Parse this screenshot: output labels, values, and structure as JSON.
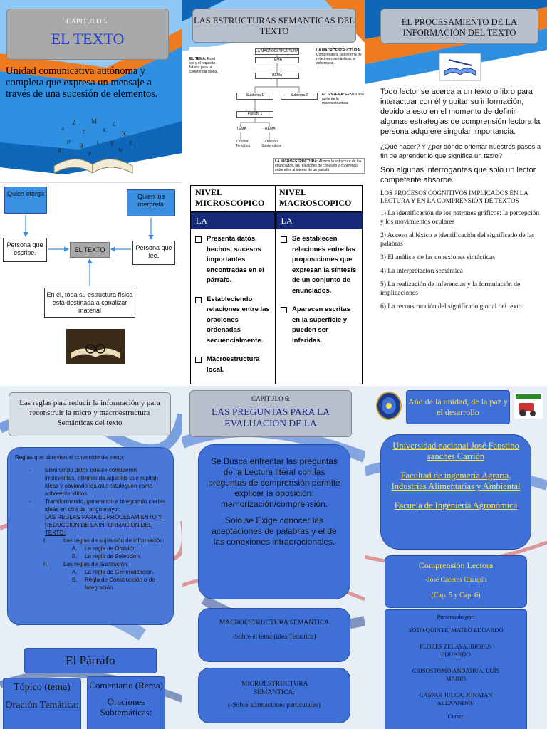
{
  "panel1": {
    "chapter": "CAPITULO 5:",
    "title": "EL TEXTO",
    "definition": "Unidad comunicativa autónoma y completa que expresa un mensaje a través de una sucesión de elementos.",
    "diagram": {
      "quien_otorga": "Quien otorga",
      "quien_interpreta": "Quien los interpreta.",
      "persona_escribe": "Persona que escribe.",
      "el_texto": "EL TEXTO",
      "persona_lee": "Persona que lee.",
      "estructura": "En él, toda su estructura física está destinada a canalizar material"
    }
  },
  "panel2": {
    "title": "LAS ESTRUCTURAS SEMANTICAS DEL TEXTO",
    "mini_diagram": {
      "macro_box": "LA MACROESTRUCTURA",
      "macro_note_title": "LA MACROESTRUCTURA:",
      "macro_note": "Comprende la red interna de relaciones semánticas la coherencia.",
      "tema_note_title": "EL TEMA:",
      "tema_note": "Es el eje y el requisito básico para la coherencia global.",
      "tema": "TEMA",
      "rema": "REMA",
      "subtema1": "Subtema 1",
      "subtema2": "Subtema 2",
      "sistema_note_title": "EL SISTEMA:",
      "sistema_note": "Explica una parte de la macroestructura.",
      "parrafo": "Parrafo 1",
      "tema2": "TEMA",
      "rema2": "REMA",
      "oracion1": "Oración Temática",
      "oracion2": "Oración Subtemática",
      "micro_title": "LA MICROESTRUCTURA:",
      "micro_note": "Abarca la estructura de los enunciados, las relaciones de cohesión y coherencia entre ellos al interior de un párrafo."
    },
    "table": {
      "col1_header": "NIVEL MICROSCOPICO",
      "col2_header": "NIVEL MACROSCOPICO",
      "col1_sub": "LA",
      "col2_sub": "LA",
      "col1_items": [
        "Presenta datos, hechos, sucesos importantes encontradas en el párrafo.",
        "Estableciendo relaciones entre las oraciones ordenadas secuencialmente.",
        "Macroestructura local."
      ],
      "col2_items": [
        "Se establecen relaciones entre las proposiciones que expresan la síntesis de un conjunto de enunciados.",
        "Aparecen escritas en la superficie y pueden ser inferidas."
      ]
    }
  },
  "panel3": {
    "title": "EL PROCESAMIENTO DE LA INFORMACIÓN DEL TEXTO",
    "intro": "Todo lector se acerca a un texto o libro para interactuar con él y quitar su información, debido a esto en el momento de definir algunas estrategias de comprensión lectora la persona adquiere singular importancia.",
    "question": "¿Qué hacer? Y ¿por dónde orientar nuestros pasos a fin de aprender lo que significa un texto?",
    "interrogantes": "Son algunas interrogantes que solo un lector competente absorbe.",
    "procesos_title": "LOS PROCESOS COGNITIVOS IMPLICADOS EN LA LECTURA Y EN LA COMPRENSIÓN DE TEXTOS",
    "procesos": [
      "1) La identificación de los patrones gráficos: la percepción y los movimientos oculares",
      "2) Acceso al léxico e identificación del significado de las palabras",
      "3) El análisis de las conexiones sintácticas",
      "4) La interpretación semántica",
      "5) La realización de inferencias y la formulación de implicaciones",
      "6) La reconstrucción del significado global del texto"
    ]
  },
  "panel4": {
    "header": "Las reglas para reducir la información y para reconstruir la micro y macroestructura Semánticas del texto",
    "reglas_title": "Reglas que abrevian el contenido del texto:",
    "bullets": [
      "Eliminando datos que se consideren irrelevantes, eliminando aquellos que repitan ideas y obviando los que cataloguen como sobreentendidos.",
      "Transformando, generando e integrando ciertas ideas en otra de rango mayor."
    ],
    "underlined": "LAS REGLAS PARA EL PROCESAMIENTO Y REDUCCION DE LA INFORMACION DEL TEXTO:",
    "sec1_num": "I.",
    "sec1": "Las reglas de supresión de información:",
    "sec1_items": [
      "A.",
      "La regla de Omisión.",
      "B.",
      "La regla de Selección."
    ],
    "sec2_num": "II.",
    "sec2": "Las reglas de Sustitución:",
    "sec2_items": [
      "A.",
      "La regla de Generalización.",
      "B.",
      "Regla de Construcción o de Integración."
    ],
    "parrafo_title": "El Párrafo",
    "topico": "Tópico (tema)",
    "oracion_tematica": "Oración Temática:",
    "comentario": "Comentario (Rema)",
    "oraciones_sub": "Oraciones Subtemáticas:"
  },
  "panel5": {
    "chapter": "CAPITULO 6:",
    "title": "LAS PREGUNTAS PARA LA EVALUACION DE LA",
    "p1": "Se Busca enfrentar las preguntas de la Lectura literal con las preguntas de comprensión permite explicar la oposición: memorización/comprensión.",
    "p2": "Solo se Exige conocer las aceptaciones de palabras y el de las conexiones intraoracionales.",
    "macro_title": "MACROESTRUCTURA SEMANTICA",
    "macro_sub": "-Sobre el tema (idea Temática)",
    "micro_title": "MICROESTRUCTURA SEMANTICA:",
    "micro_sub": "(-Sobre afirmaciones particulares)"
  },
  "panel6": {
    "year_banner": "Año de la unidad, de la paz y el desarrollo",
    "university": "Universidad nacional José Faustino sanches Carrión",
    "faculty": "Facultad de ingeniería Agraria, Industrias Alimentarias y Ambiental",
    "school": "Escuela de Ingeniería Agronómica",
    "course_title": "Comprensión Lectora",
    "author": "-José Cáceres Chaupín",
    "chapters": "(Cap. 5 y Cap. 6)",
    "presented_by": "Presentado por:",
    "students": [
      "SOTO QUINTE, MATEO EDUARDO",
      "FLORES ZELAYA, JHOJAN EDUARDO",
      "CRISOSTOMO ANDAHUA, LUÍS MARIO",
      "GASPAR JULCA, JONATAN ALEXANDRO"
    ],
    "curso": "Curso:"
  },
  "colors": {
    "blue_box": "#4a78d8",
    "orange_stripe": "#f07a1e",
    "light_blue_stripe": "#2f8fe0",
    "gold_text": "#ffe24a",
    "dark_navy": "#162a78"
  }
}
